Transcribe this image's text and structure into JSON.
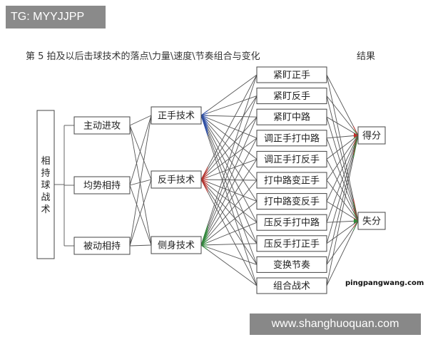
{
  "banner": {
    "text": "TG: MYYJJPP"
  },
  "heading": "第 5 拍及以后击球技术的落点\\力量\\速度\\节奏组合与变化",
  "result_label": "结果",
  "watermarks": {
    "ping": "pingpangwang.com",
    "site": "www.shanghuoquan.com"
  },
  "diagram": {
    "root": {
      "id": "root",
      "label": "相持球战术"
    },
    "col1": [
      {
        "id": "c1a",
        "label": "主动进攻"
      },
      {
        "id": "c1b",
        "label": "均势相持"
      },
      {
        "id": "c1c",
        "label": "被动相持"
      }
    ],
    "col2": [
      {
        "id": "c2a",
        "label": "正手技术"
      },
      {
        "id": "c2b",
        "label": "反手技术"
      },
      {
        "id": "c2c",
        "label": "侧身技术"
      }
    ],
    "col3": [
      {
        "id": "t1",
        "label": "紧盯正手"
      },
      {
        "id": "t2",
        "label": "紧盯反手"
      },
      {
        "id": "t3",
        "label": "紧盯中路"
      },
      {
        "id": "t4",
        "label": "调正手打中路"
      },
      {
        "id": "t5",
        "label": "调正手打反手"
      },
      {
        "id": "t6",
        "label": "打中路变正手"
      },
      {
        "id": "t7",
        "label": "打中路变反手"
      },
      {
        "id": "t8",
        "label": "压反手打中路"
      },
      {
        "id": "t9",
        "label": "压反手打正手"
      },
      {
        "id": "t10",
        "label": "变换节奏"
      },
      {
        "id": "t11",
        "label": "组合战术"
      }
    ],
    "results": [
      {
        "id": "r1",
        "label": "得分"
      },
      {
        "id": "r2",
        "label": "失分"
      }
    ],
    "line_colors": {
      "default": "#555555",
      "red": "#c0302a",
      "blue": "#2a4fb0",
      "green": "#2f8f3a"
    }
  }
}
